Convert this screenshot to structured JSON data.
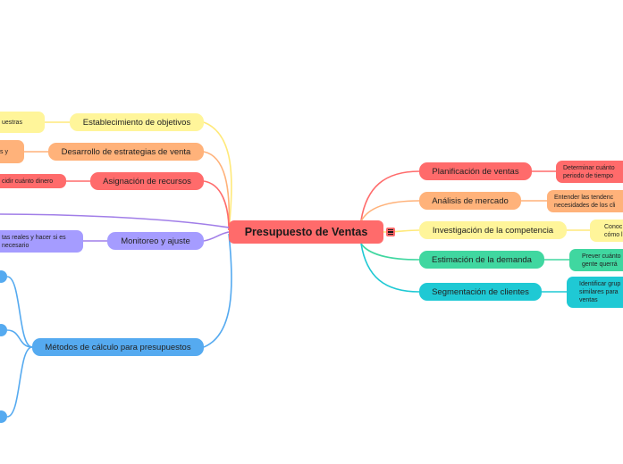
{
  "center": {
    "label": "Presupuesto de Ventas",
    "color": "#ff6b6b"
  },
  "left_branches": [
    {
      "label": "Establecimiento de objetivos",
      "color": "#fff59a",
      "line": "#ffe97a",
      "leaf": {
        "label": "uestras",
        "color": "#fff59a"
      }
    },
    {
      "label": "Desarrollo de estrategias de venta",
      "color": "#ffb27a",
      "line": "#ffb27a",
      "leaf": {
        "label": "s y",
        "color": "#ffb27a"
      }
    },
    {
      "label": "Asignación de recursos",
      "color": "#ff6b6b",
      "line": "#ff6b6b",
      "leaf": {
        "label": "cidir cuánto dinero",
        "color": "#ff6b6b"
      }
    },
    {
      "label": "Monitoreo y ajuste",
      "color": "#a59cff",
      "line": "#a17ee8",
      "leaf": {
        "label": "tas reales y hacer si es necesario",
        "color": "#a59cff"
      }
    },
    {
      "label": "Métodos de cálculo para presupuestos",
      "color": "#55aaf0",
      "line": "#55aaf0"
    }
  ],
  "right_branches": [
    {
      "label": "Planificación de ventas",
      "color": "#ff6b6b",
      "line": "#ff6b6b",
      "leaf": {
        "label": "Determinar cuánto periodo de tiempo",
        "color": "#ff6b6b"
      }
    },
    {
      "label": "Análisis de mercado",
      "color": "#ffb27a",
      "line": "#ffb27a",
      "leaf": {
        "label": "Entender las tendenc necesidades de los cli",
        "color": "#ffb27a"
      }
    },
    {
      "label": "Investigación de la competencia",
      "color": "#fff59a",
      "line": "#ffe97a",
      "leaf": {
        "label": "Conoc cómo l",
        "color": "#fff59a"
      }
    },
    {
      "label": "Estimación de la demanda",
      "color": "#40d7a0",
      "line": "#40d7a0",
      "leaf": {
        "label": "Prever cuánto gente querrá",
        "color": "#40d7a0"
      }
    },
    {
      "label": "Segmentación de clientes",
      "color": "#1fc9d4",
      "line": "#1fc9d4",
      "leaf": {
        "label": "Identificar grup similares para ventas",
        "color": "#1fc9d4"
      }
    }
  ]
}
